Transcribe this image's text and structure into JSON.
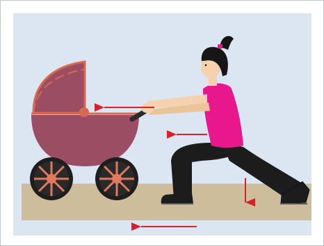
{
  "illustration": {
    "subject": "woman-lunging-while-pushing-baby-carriage",
    "colors": {
      "panel_background": "#dbe6f2",
      "ground": "#cdbd9b",
      "carriage_body": "#9b4d63",
      "carriage_trim": "#d6694f",
      "carriage_wheel_spoke": "#e07a5f",
      "wheel_tire": "#1e1e1e",
      "handle": "#2b2b2b",
      "shirt": "#e8188c",
      "pants": "#1c1c1c",
      "skin": "#f5d2ad",
      "hair": "#161616",
      "hair_tie": "#e8188c",
      "motion_arrows": "#d9202a",
      "frame_border": "#bfc7cc"
    },
    "motion_arrows": [
      {
        "name": "arrow-carriage-left",
        "direction": "left"
      },
      {
        "name": "arrow-body-left",
        "direction": "left"
      },
      {
        "name": "arrow-ground-left",
        "direction": "left"
      },
      {
        "name": "arrow-knee-down",
        "direction": "down"
      }
    ]
  }
}
